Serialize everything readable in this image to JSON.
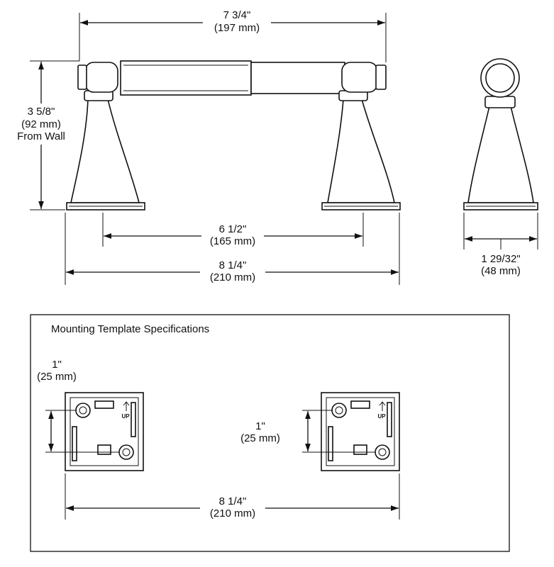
{
  "dimensions": {
    "bar_length": {
      "inches": "7 3/4\"",
      "mm": "(197 mm)"
    },
    "from_wall": {
      "inches": "3 5/8\"",
      "mm": "(92 mm)",
      "note": "From Wall"
    },
    "inner_spacing": {
      "inches": "6 1/2\"",
      "mm": "(165 mm)"
    },
    "overall_length": {
      "inches": "8 1/4\"",
      "mm": "(210 mm)"
    },
    "base_width": {
      "inches": "1 29/32\"",
      "mm": "(48 mm)"
    }
  },
  "template": {
    "title": "Mounting Template Specifications",
    "left_hole_spacing": {
      "inches": "1\"",
      "mm": "(25 mm)"
    },
    "right_hole_spacing": {
      "inches": "1\"",
      "mm": "(25 mm)"
    },
    "center_spacing": {
      "inches": "8 1/4\"",
      "mm": "(210 mm)"
    },
    "up_label": "UP"
  }
}
